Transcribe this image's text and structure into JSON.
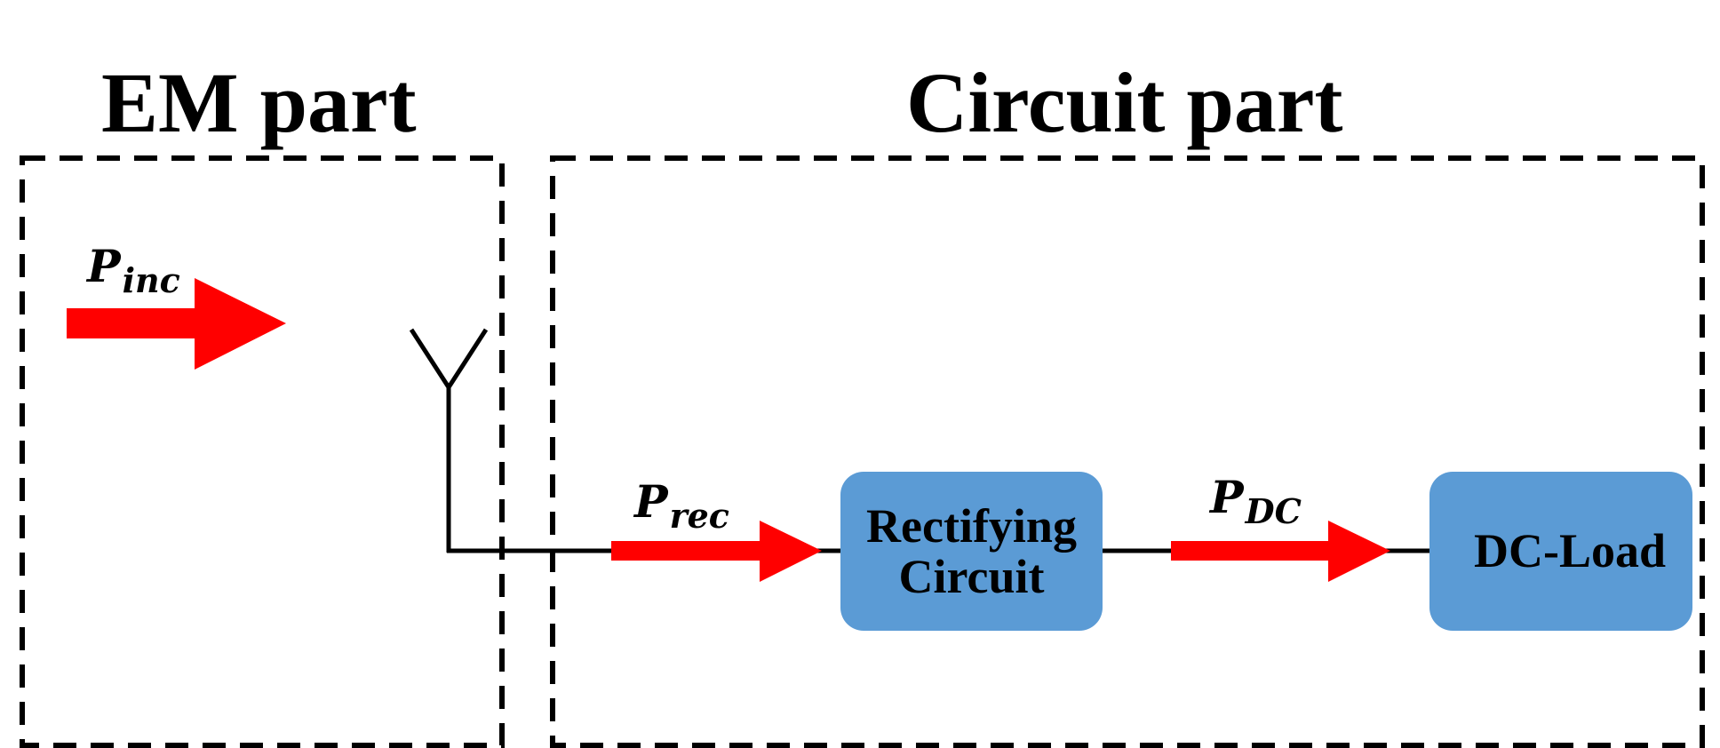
{
  "titles": {
    "em_part": "EM part",
    "circuit_part": "Circuit part"
  },
  "power_labels": {
    "incident": {
      "symbol": "P",
      "subscript": "inc"
    },
    "received": {
      "symbol": "P",
      "subscript": "rec"
    },
    "dc": {
      "symbol": "P",
      "subscript": "DC"
    }
  },
  "blocks": {
    "rectifier": {
      "line1": "Rectifying",
      "line2": "Circuit"
    },
    "load": {
      "label": "DC-Load"
    }
  },
  "colors": {
    "arrow": "#ff0000",
    "block_fill": "#5b9bd5",
    "line": "#000000"
  }
}
